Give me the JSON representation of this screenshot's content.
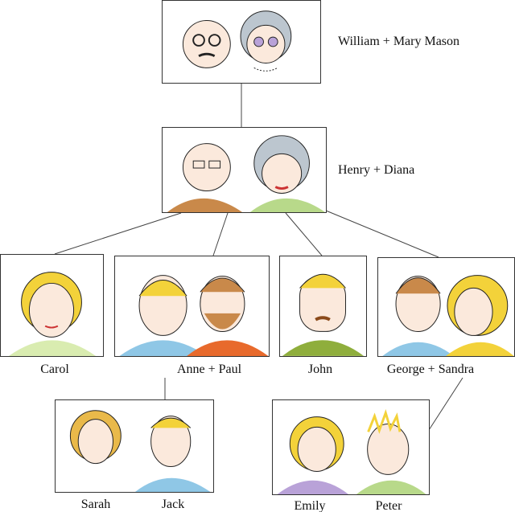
{
  "colors": {
    "skin": "#fbe9dc",
    "blonde": "#f3d23a",
    "brown": "#c9894a",
    "grey": "#bcc6cf",
    "orange": "#e86a2c",
    "blue": "#8fc7e6",
    "green": "#b8d98a",
    "olive": "#8fae3c"
  },
  "generations": [
    {
      "couples": [
        {
          "label": "William + Mary Mason"
        }
      ]
    },
    {
      "couples": [
        {
          "label": "Henry + Diana"
        }
      ]
    },
    {
      "members": [
        {
          "label": "Carol"
        },
        {
          "label": "Anne + Paul"
        },
        {
          "label": "John"
        },
        {
          "label": "George + Sandra"
        }
      ]
    },
    {
      "members": [
        {
          "label": "Sarah"
        },
        {
          "label": "Jack"
        },
        {
          "label": "Emily"
        },
        {
          "label": "Peter"
        }
      ]
    }
  ]
}
